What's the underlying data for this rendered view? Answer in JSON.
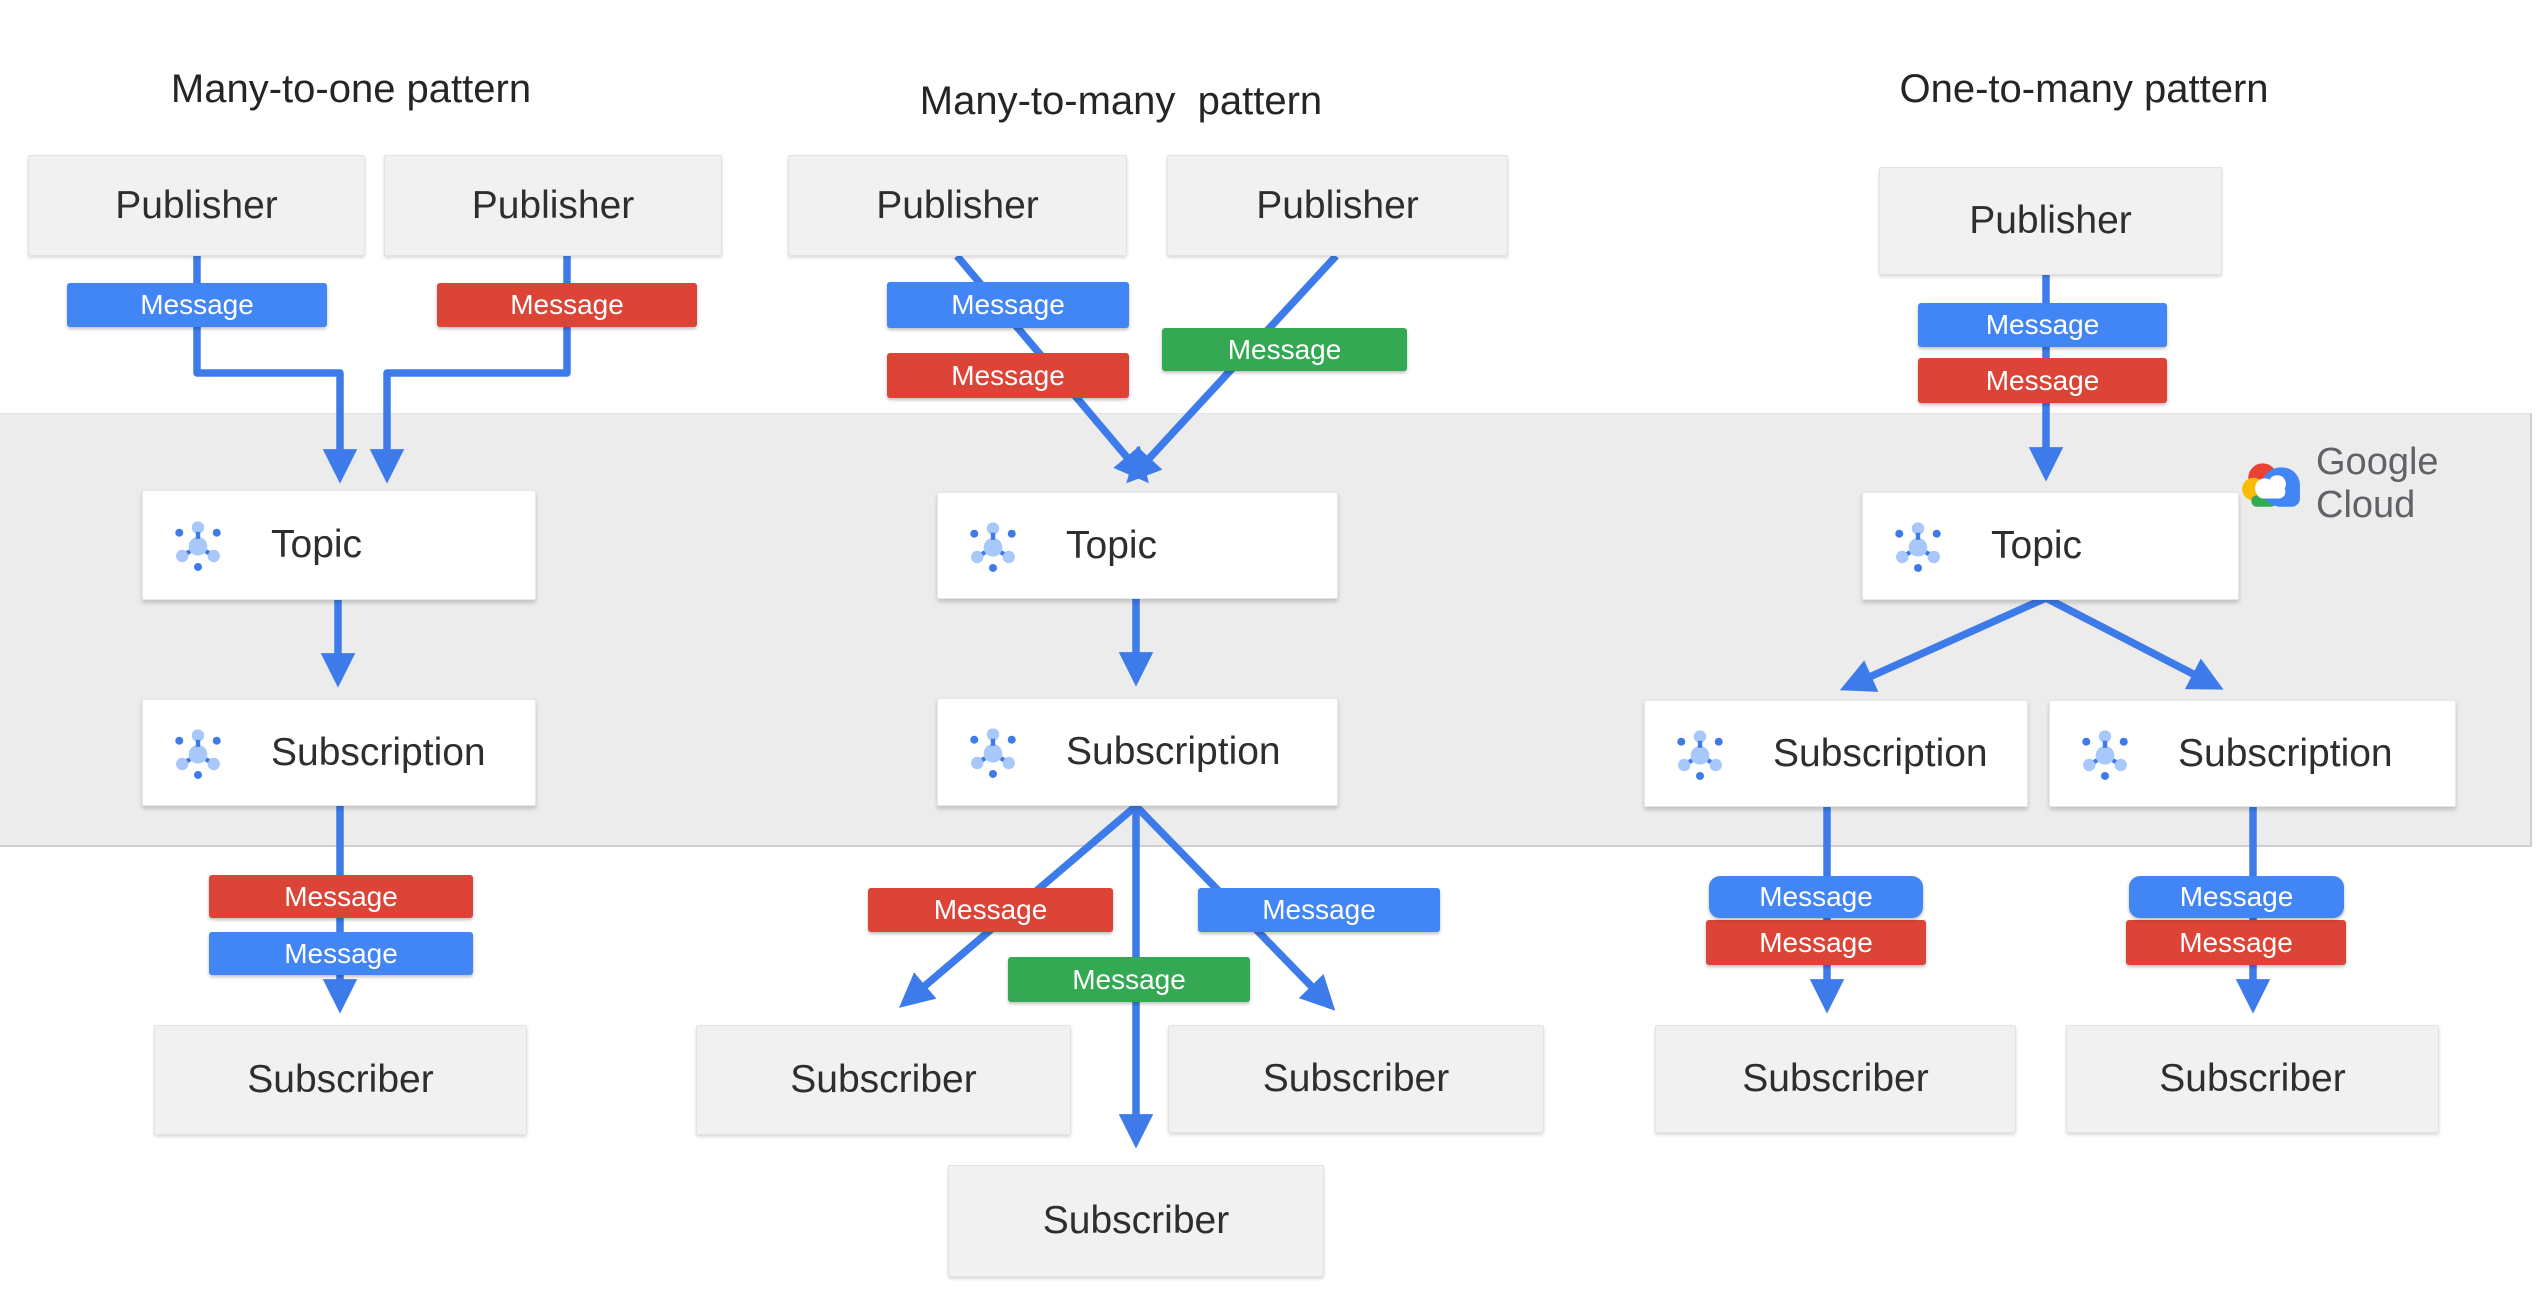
{
  "brand": {
    "logo_text": "Google Cloud"
  },
  "labels": {
    "publisher": "Publisher",
    "topic": "Topic",
    "subscription": "Subscription",
    "subscriber": "Subscriber",
    "message": "Message"
  },
  "patterns": [
    {
      "title": "Many-to-one pattern",
      "publisher_count": 2,
      "topic_count": 1,
      "subscription_count": 1,
      "subscriber_count": 1,
      "messages_into_topic": [
        "blue",
        "red"
      ],
      "messages_to_subscribers": [
        "red",
        "blue"
      ]
    },
    {
      "title": "Many-to-many  pattern",
      "publisher_count": 2,
      "topic_count": 1,
      "subscription_count": 1,
      "subscriber_count": 3,
      "messages_into_topic": [
        "blue",
        "red",
        "green"
      ],
      "messages_to_subscribers": [
        "red",
        "green",
        "blue"
      ]
    },
    {
      "title": "One-to-many pattern",
      "publisher_count": 1,
      "topic_count": 1,
      "subscription_count": 2,
      "subscriber_count": 2,
      "messages_into_topic": [
        "blue",
        "red"
      ],
      "messages_to_subscribers": [
        "blue",
        "red",
        "blue",
        "red"
      ]
    }
  ],
  "colors": {
    "message_blue": "#4285F4",
    "message_red": "#DB4437",
    "message_green": "#34A853",
    "arrow_blue": "#3E7BEA",
    "band_gray": "#ECECEC",
    "box_gray": "#F1F1F2",
    "box_white": "#FFFFFF",
    "title_text": "#252525",
    "logo_text_gray": "#5F6368",
    "logo_red": "#EA4335",
    "logo_yellow": "#FBBC05",
    "logo_green": "#34A853",
    "logo_blue": "#4285F4",
    "icon_light_blue": "#A8C7FA",
    "icon_dark_blue": "#3D7BE8"
  }
}
